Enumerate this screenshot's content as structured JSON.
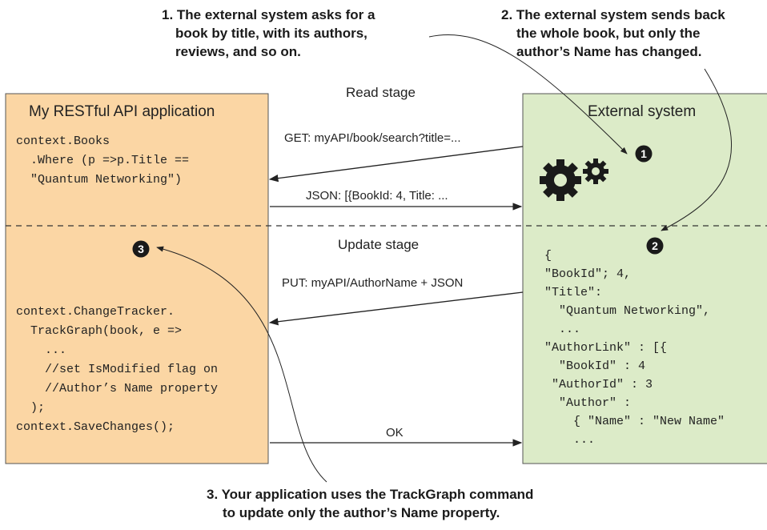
{
  "callouts": {
    "c1": [
      "1. The external system asks for a",
      "book by title, with its authors,",
      "reviews, and so on."
    ],
    "c2": [
      "2. The external system sends back",
      "the whole book, but only the",
      "author’s Name has changed."
    ],
    "c3": [
      "3. Your application uses the TrackGraph command",
      "to update only the author’s Name property."
    ]
  },
  "left_panel": {
    "title": "My RESTful API application",
    "read_code": [
      "context.Books",
      "  .Where (p =>p.Title ==",
      "  \"Quantum Networking\")"
    ],
    "update_code": [
      "context.ChangeTracker.",
      "  TrackGraph(book, e =>",
      "    ...",
      "    //set IsModified flag on",
      "    //Author’s Name property",
      "  );",
      "context.SaveChanges();"
    ]
  },
  "right_panel": {
    "title": "External system",
    "json_code": [
      "{",
      "\"BookId\"; 4,",
      "\"Title\":",
      "  \"Quantum Networking\",",
      "  ...",
      "\"AuthorLink\" : [{",
      "  \"BookId\" : 4",
      " \"AuthorId\" : 3",
      "  \"Author\" :",
      "    { \"Name\" : \"New Name\"",
      "    ..."
    ]
  },
  "stages": {
    "read": "Read stage",
    "update": "Update stage"
  },
  "arrows": {
    "get": "GET: myAPI/book/search?title=...",
    "json": "JSON: [{BookId: 4, Title: ...",
    "put": "PUT: myAPI/AuthorName + JSON",
    "ok": "OK"
  },
  "badges": {
    "b1": "1",
    "b2": "2",
    "b3": "3"
  },
  "colors": {
    "left_fill": "#fbd6a4",
    "right_fill": "#dcebc8",
    "badge": "#1a1a1a",
    "gear": "#1a1a1a"
  }
}
